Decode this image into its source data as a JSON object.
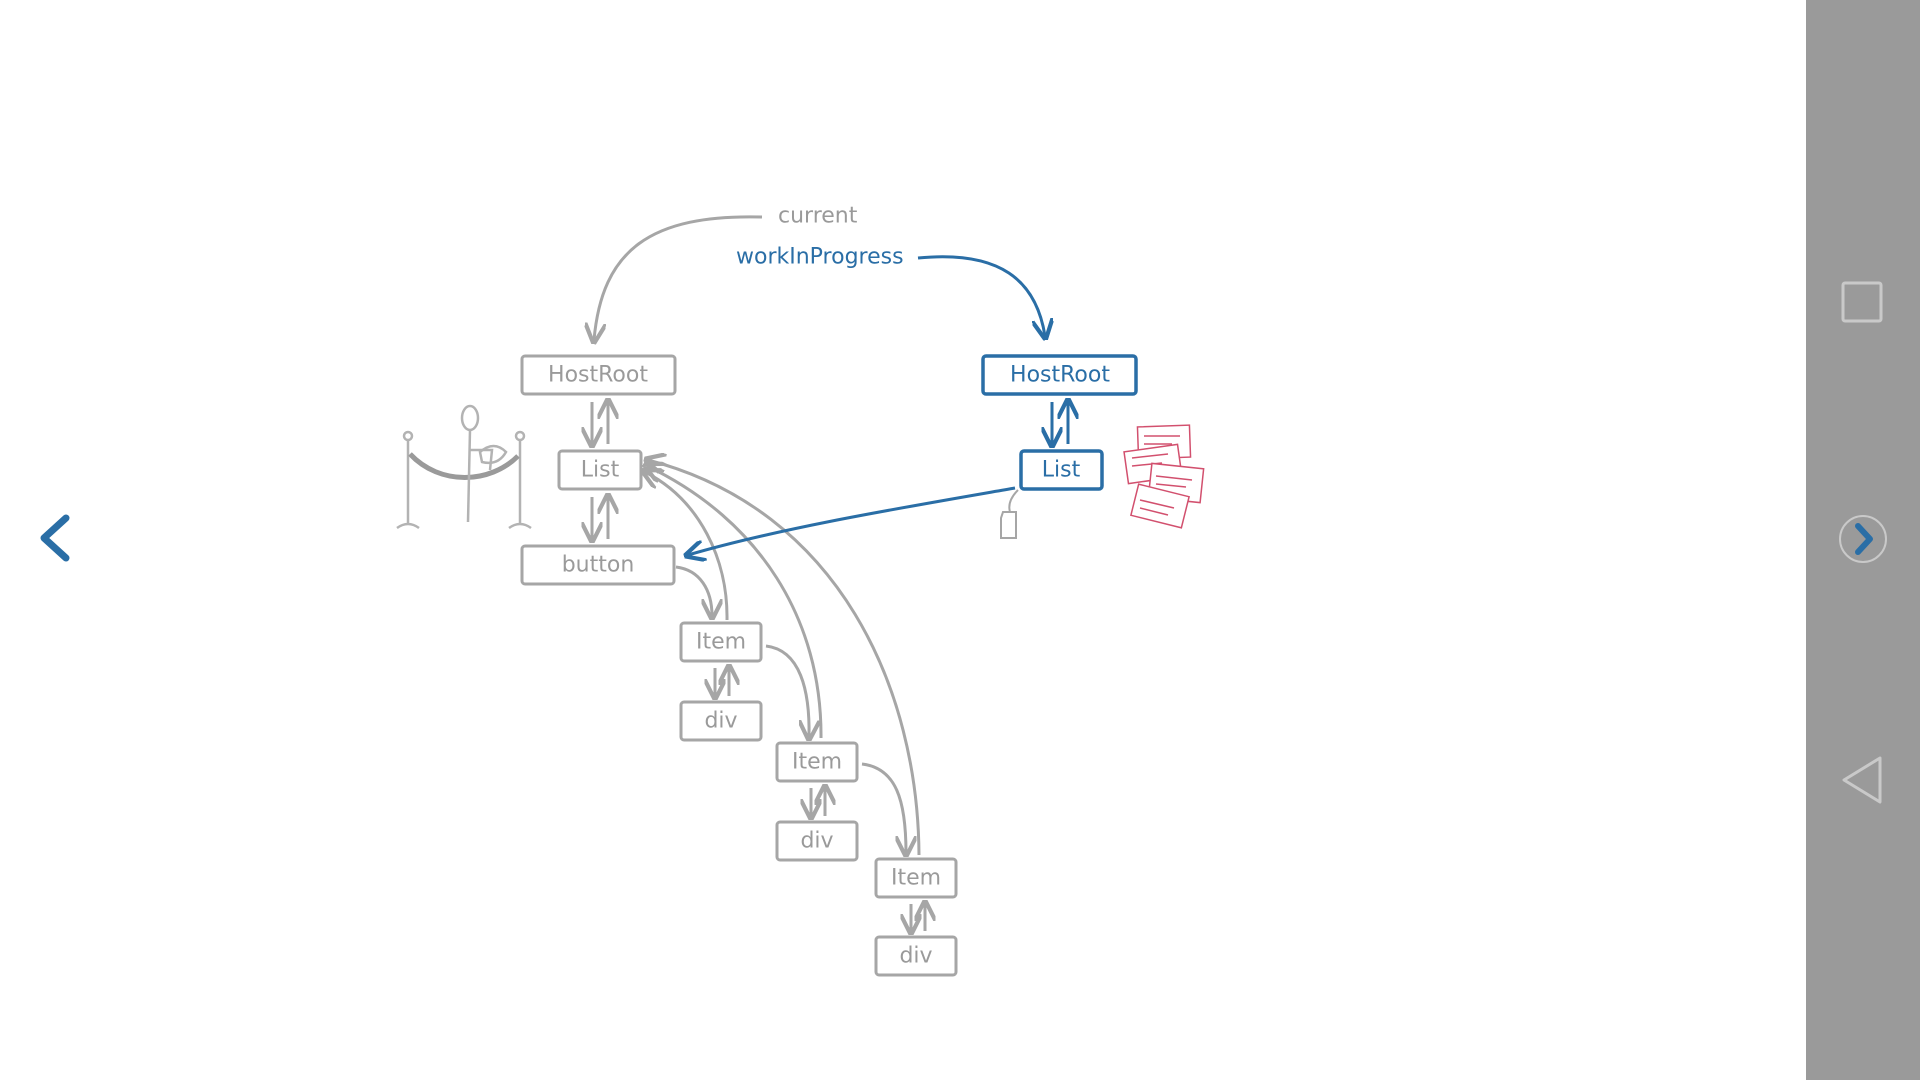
{
  "labels": {
    "current": "current",
    "work_in_progress": "workInProgress"
  },
  "current_tree": {
    "host_root": "HostRoot",
    "list": "List",
    "button": "button",
    "item_1": "Item",
    "div_1": "div",
    "item_2": "Item",
    "div_2": "div",
    "item_3": "Item",
    "div_3": "div"
  },
  "wip_tree": {
    "host_root": "HostRoot",
    "list": "List"
  },
  "colors": {
    "gray_stroke": "#a6a6a6",
    "blue_stroke": "#2a6ea6",
    "pink_cards": "#d2506e",
    "sidebar": "#9a9a9a"
  },
  "icons": {
    "prev": "chevron-left-icon",
    "next": "chevron-right-icon",
    "recents": "square-icon",
    "back": "triangle-back-icon"
  }
}
